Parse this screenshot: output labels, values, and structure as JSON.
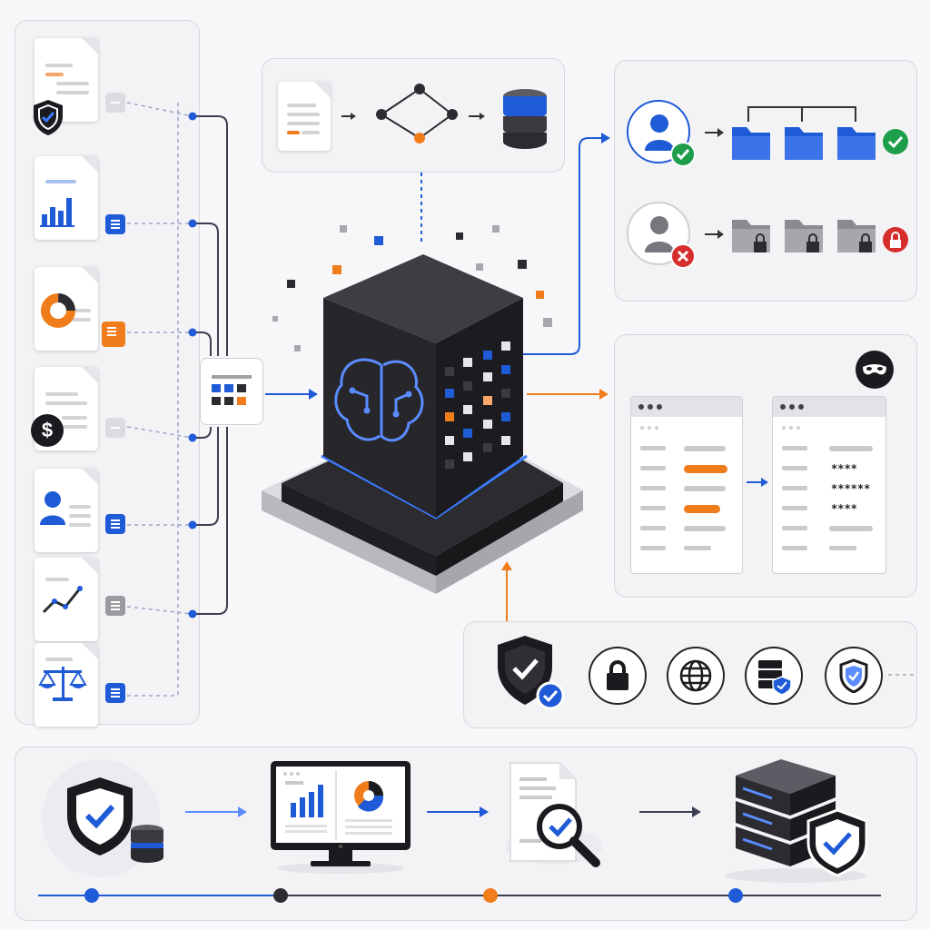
{
  "colors": {
    "blue": "#1f5bd6",
    "orange": "#f07c1b",
    "dark": "#2c2c30",
    "panel": "#f3f3f6",
    "green": "#1e9e4a",
    "red": "#d62d2d"
  },
  "documents": [
    {
      "icon": "shield-icon",
      "badge": "light"
    },
    {
      "icon": "bar-chart-icon",
      "badge": "blue"
    },
    {
      "icon": "donut-chart-icon",
      "badge": "orange"
    },
    {
      "icon": "dollar-icon",
      "badge": "light"
    },
    {
      "icon": "user-icon",
      "badge": "blue"
    },
    {
      "icon": "line-chart-icon",
      "badge": "gray"
    },
    {
      "icon": "scales-icon",
      "badge": "blue"
    }
  ],
  "masking": {
    "masked_values": [
      "****",
      "******",
      "****"
    ]
  },
  "access": {
    "granted": "check-icon",
    "denied": "x-icon"
  },
  "security_icons": [
    "shield-check-icon",
    "lock-icon",
    "globe-icon",
    "server-shield-icon",
    "shield-icon"
  ],
  "timeline_steps": [
    "shield-database-icon",
    "dashboard-monitor-icon",
    "document-search-icon",
    "server-shield-icon"
  ]
}
